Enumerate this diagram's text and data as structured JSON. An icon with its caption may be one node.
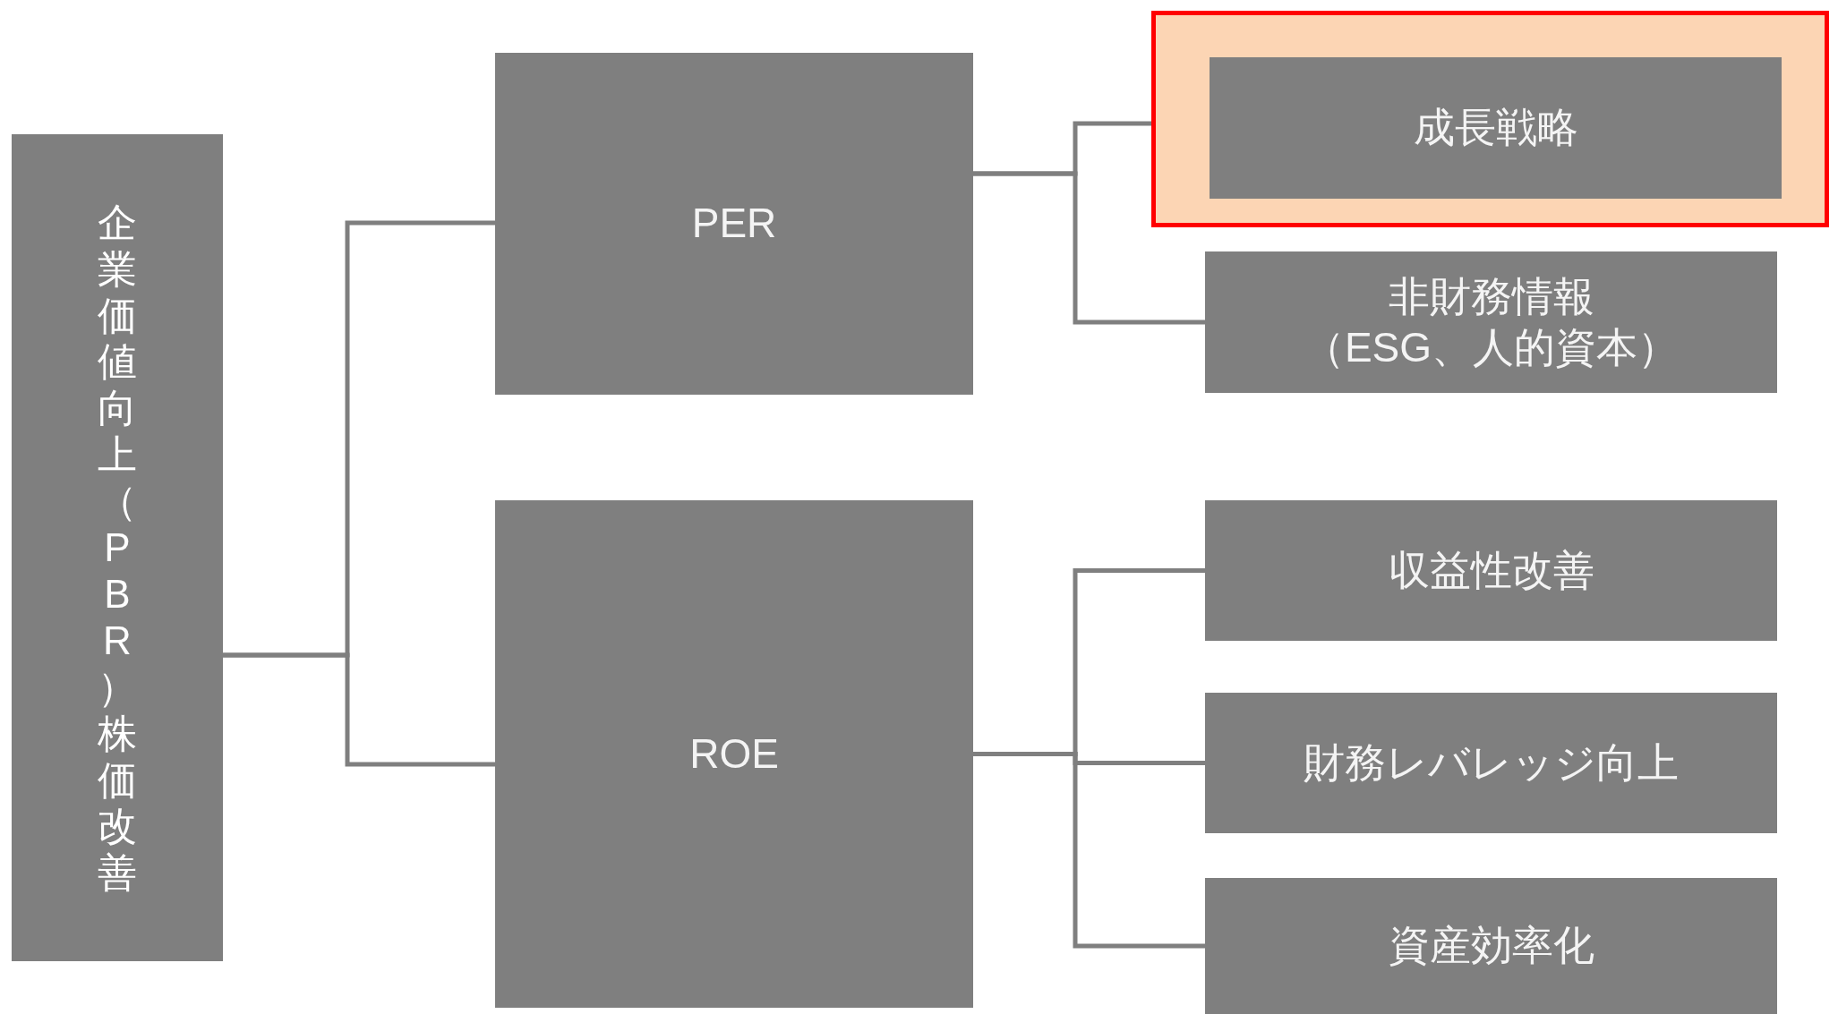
{
  "diagram": {
    "nodes": [
      {
        "text": [
          "企業価値向上（PBR）株価改善"
        ]
      },
      {
        "text": [
          "PER"
        ]
      },
      {
        "text": [],
        "shape": "box"
      },
      {
        "text": [
          "成長戦略"
        ],
        "in": 2
      },
      {
        "text": [
          "非財務情報（ESG、人的資本）"
        ]
      },
      {
        "text": [
          "ROE"
        ]
      },
      {
        "text": [
          "収益性改善"
        ]
      },
      {
        "text": [
          "財務レバレッジ向上"
        ]
      },
      {
        "text": [
          "資産効率化"
        ]
      }
    ],
    "edges": [
      {
        "from": 0,
        "to": 1,
        "arrow": "none"
      },
      {
        "from": 0,
        "to": 5,
        "arrow": "none"
      },
      {
        "from": 1,
        "to": 3,
        "arrow": "none"
      },
      {
        "from": 1,
        "to": 4,
        "arrow": "none"
      },
      {
        "from": 5,
        "to": 6,
        "arrow": "none"
      },
      {
        "from": 5,
        "to": 7,
        "arrow": "none"
      },
      {
        "from": 5,
        "to": 8,
        "arrow": "none"
      }
    ]
  }
}
